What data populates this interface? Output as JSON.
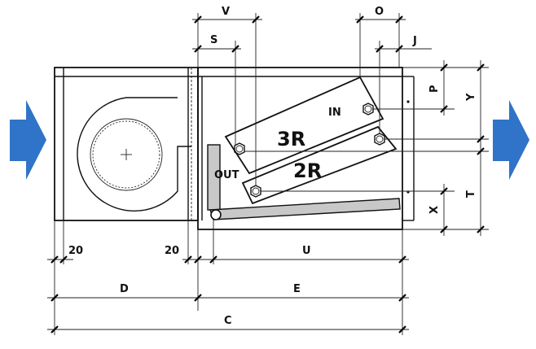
{
  "airflow": {
    "color": "#2f74c8"
  },
  "coil": {
    "row3": "3R",
    "row2": "2R",
    "inlet": "IN",
    "outlet": "OUT"
  },
  "dimensions": {
    "V": "V",
    "S": "S",
    "O": "O",
    "J": "J",
    "P": "P",
    "Y": "Y",
    "T": "T",
    "X": "X",
    "U": "U",
    "D": "D",
    "E": "E",
    "C": "C",
    "gap_left": "20",
    "gap_mid": "20"
  }
}
